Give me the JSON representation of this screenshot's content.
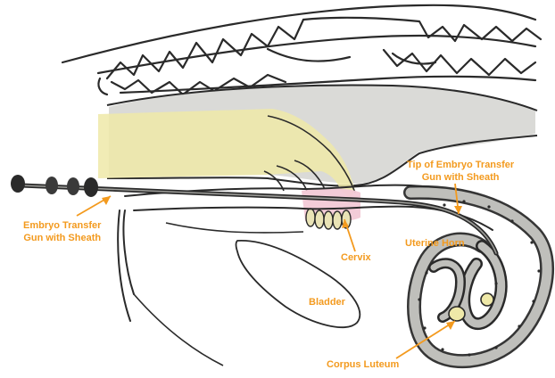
{
  "colors": {
    "label": "#f39a1e",
    "ink": "#2a2a2a",
    "rectum": "#d6d6d3",
    "arm": "#efe9a8",
    "cervix_tint": "#f2c9d6",
    "organ_shade": "#bfbfbb"
  },
  "labels": {
    "embryo_gun": "Embryo Transfer\nGun with Sheath",
    "tip": "Tip of Embryo Transfer\nGun with Sheath",
    "cervix": "Cervix",
    "uterine_horn": "Uterine Horn",
    "bladder": "Bladder",
    "corpus_luteum": "Corpus Luteum"
  }
}
